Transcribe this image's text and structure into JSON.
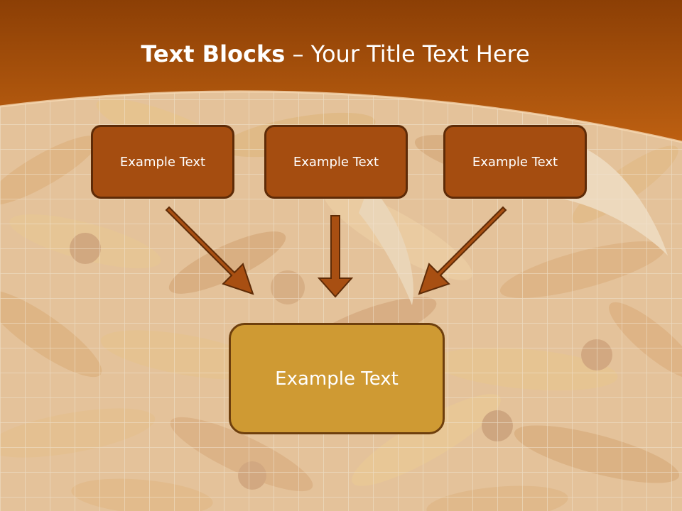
{
  "title": {
    "bold": "Text Blocks",
    "dash": "–",
    "rest": "Your Title Text Here"
  },
  "boxes": {
    "top": [
      "Example Text",
      "Example Text",
      "Example Text"
    ],
    "bottom": "Example Text"
  },
  "colors": {
    "header": "#b8540d",
    "box": "#a54d10",
    "box_border": "#5e2b07",
    "main_box": "#cf9a33",
    "arrow": "#a84f12"
  }
}
